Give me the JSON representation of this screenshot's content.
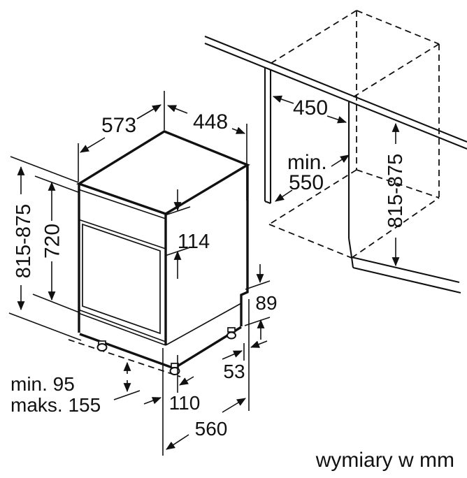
{
  "diagram": {
    "kind": "dishwasher installation technical drawing",
    "units_note": "wymiary w mm",
    "labels": {
      "top_depth": "573",
      "top_width": "448",
      "niche_width": "450",
      "niche_depth_min_word": "min.",
      "niche_depth_min_value": "550",
      "niche_height_range": "815-875",
      "appliance_height_range": "815-875",
      "front_height": "720",
      "control_panel_height": "114",
      "rear_clearance": "89",
      "rear_foot_offset": "53",
      "plinth_min": "min. 95",
      "plinth_max": "maks. 155",
      "front_foot_offset": "110",
      "base_depth": "560"
    },
    "colors": {
      "line": "#111111",
      "background": "#ffffff"
    }
  }
}
